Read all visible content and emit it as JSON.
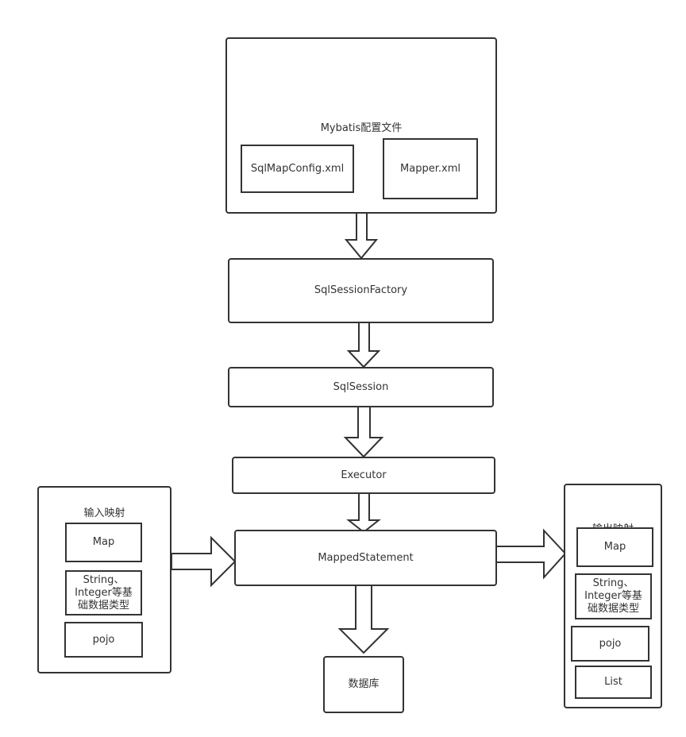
{
  "config": {
    "title": "Mybatis配置文件",
    "sqlmapconfig": "SqlMapConfig.xml",
    "mapper": "Mapper.xml"
  },
  "sqlsessionfactory": "SqlSessionFactory",
  "sqlsession": "SqlSession",
  "executor": "Executor",
  "mappedstatement": "MappedStatement",
  "database": "数据库",
  "input": {
    "title": "输入映射",
    "items": [
      "Map",
      "String、Integer等基础数据类型",
      "pojo"
    ]
  },
  "output": {
    "title": "输出映射",
    "items": [
      "Map",
      "String、Integer等基础数据类型",
      "pojo",
      "List"
    ]
  }
}
